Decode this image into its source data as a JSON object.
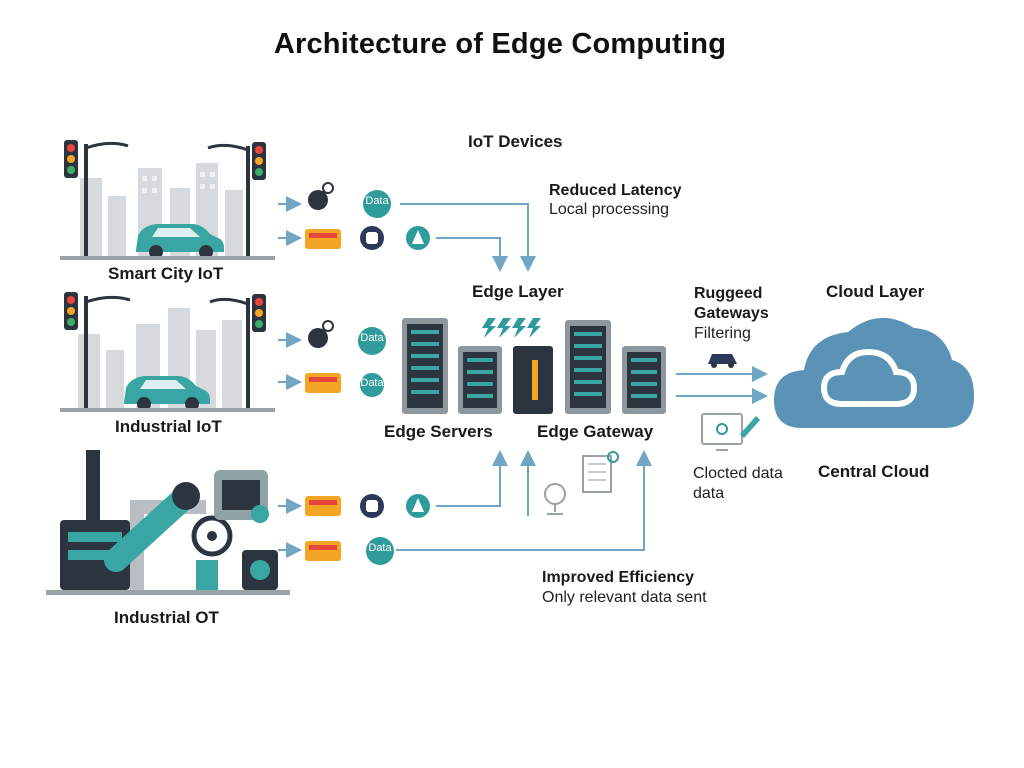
{
  "title": "Architecture of Edge Computing",
  "sources": {
    "smart_city": "Smart City IoT",
    "industrial_iot": "Industrial IoT",
    "industrial_ot": "Industrial OT"
  },
  "iot_devices": "IoT Devices",
  "data_badge": "Data",
  "reduced_latency": {
    "title": "Reduced Latency",
    "desc": "Local processing"
  },
  "edge_layer": "Edge Layer",
  "edge_servers": "Edge Servers",
  "edge_gateway": "Edge Gateway",
  "rugged": {
    "line1": "Ruggeed",
    "line2": "Gateways",
    "desc": "Filtering"
  },
  "cloud_layer": "Cloud Layer",
  "central_cloud": "Central Cloud",
  "collected": {
    "line1": "Clocted data",
    "line2": "data"
  },
  "improved_efficiency": {
    "title": "Improved Efficiency",
    "desc": "Only relevant data sent"
  },
  "colors": {
    "teal": "#2f9b9a",
    "flow": "#6fa6c4",
    "cloud": "#5b93b6",
    "dark": "#2c3440",
    "gray": "#c7ccd1",
    "amber": "#f2a623"
  },
  "icons": [
    "traffic-light-icon",
    "car-icon",
    "robot-icon",
    "sensor-icon",
    "server-rack-icon",
    "lightning-icon",
    "cloud-icon",
    "monitor-icon",
    "document-icon",
    "gauge-icon"
  ]
}
